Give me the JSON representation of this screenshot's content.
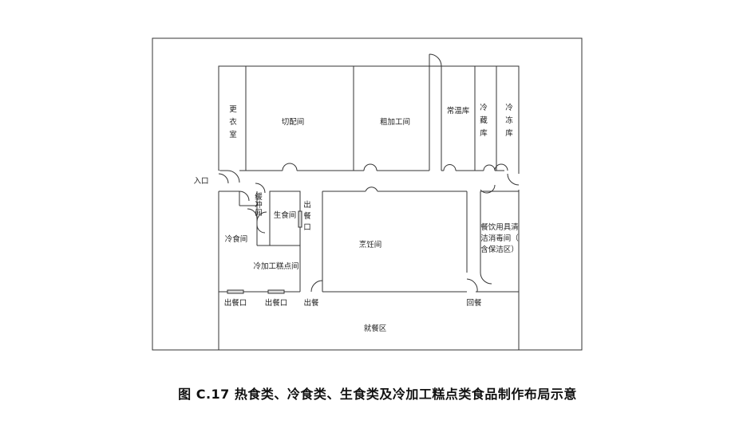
{
  "figure": {
    "caption": "图 C.17   热食类、冷食类、生食类及冷加工糕点类食品制作布局示意"
  },
  "rooms": {
    "changing": [
      "更",
      "衣",
      "室"
    ],
    "cutting": "切配间",
    "rough": "粗加工间",
    "normal_storage": "常温库",
    "cold_storage": [
      "冷",
      "藏",
      "库"
    ],
    "freezer": [
      "冷",
      "冻",
      "库"
    ],
    "entrance": "入口",
    "buffer": [
      "缓",
      "冲",
      "间"
    ],
    "raw_food": "生食间",
    "serving_window_v": [
      "出",
      "餐",
      "口"
    ],
    "cold_food": "冷食间",
    "pastry": "冷加工糕点间",
    "cooking": "烹饪间",
    "dish_cleaning": [
      "餐饮用具清",
      "洁消毒间（",
      "含保洁区）"
    ],
    "serve_out_1": "出餐口",
    "serve_out_2": "出餐口",
    "serve_out_3": "出餐",
    "return": "回餐",
    "dining": "就餐区"
  }
}
